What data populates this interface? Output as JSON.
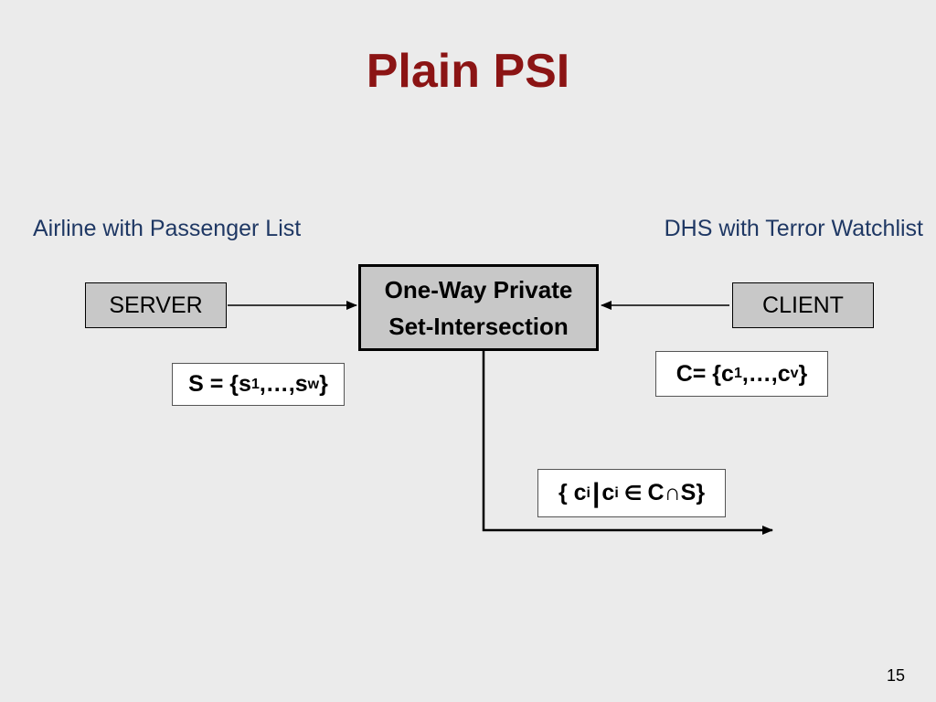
{
  "slide": {
    "title": "Plain PSI",
    "page_number": "15"
  },
  "parties": {
    "left_label": "Airline with Passenger List",
    "right_label": "DHS with Terror Watchlist"
  },
  "nodes": {
    "server": "SERVER",
    "client": "CLIENT",
    "protocol_line1": "One-Way Private",
    "protocol_line2": "Set-Intersection"
  },
  "sets": {
    "server_set": {
      "lhs": "S = {s",
      "sub1": "1",
      "mid": ",…,s",
      "sub2": "w",
      "rhs": "}"
    },
    "client_set": {
      "lhs": "C= {c",
      "sub1": "1",
      "mid": ",…,c",
      "sub2": "v",
      "rhs": "}"
    },
    "output_set": {
      "open": "{ c",
      "sub1": "i",
      "bar": "|",
      "c2": " c",
      "sub2": "i",
      "element_of": "∈",
      "c3": "C",
      "intersect": "∩",
      "s": "S",
      "close": " }"
    }
  },
  "colors": {
    "title": "#8b1414",
    "party_label": "#1f3864",
    "box_fill": "#c8c8c8",
    "background": "#ebebeb"
  }
}
